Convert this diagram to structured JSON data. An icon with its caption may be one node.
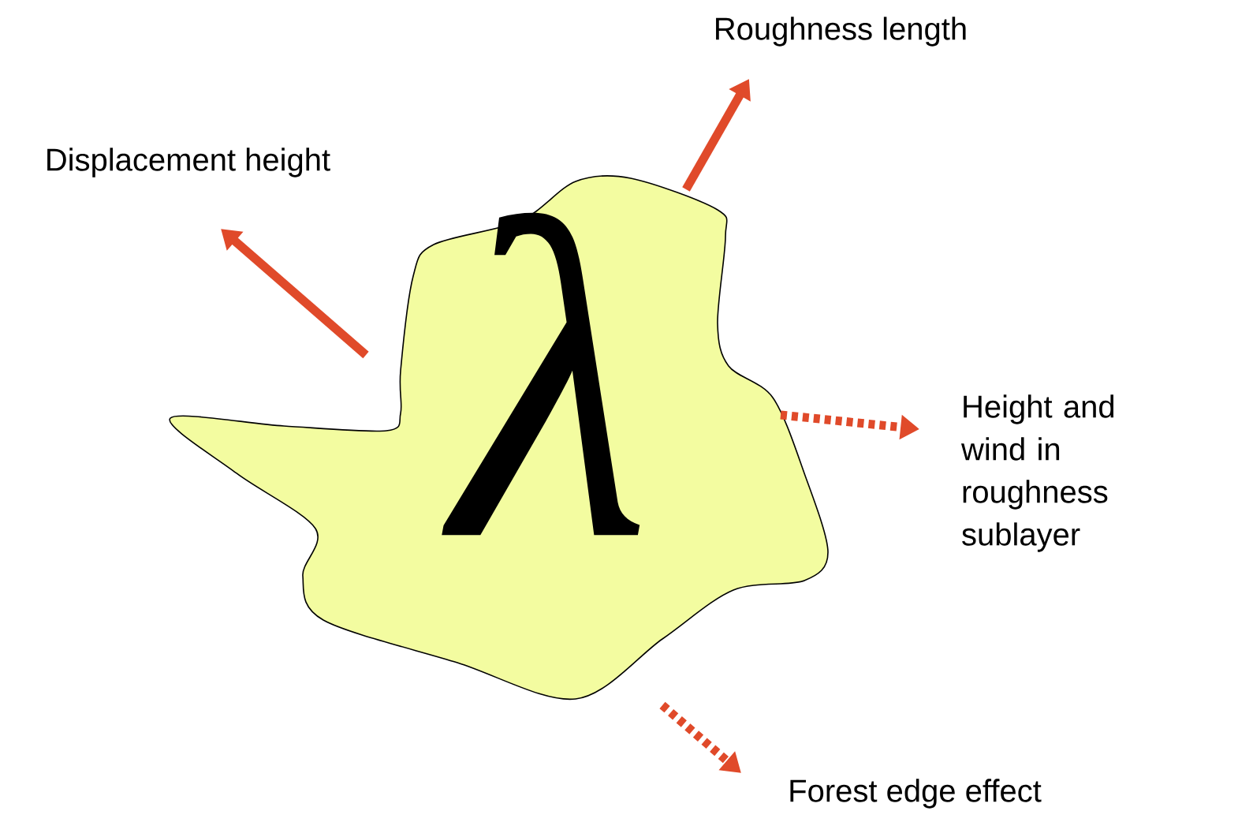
{
  "diagram": {
    "nodes": [
      {
        "text": [
          "λ"
        ]
      },
      {
        "text": [
          "Roughness length"
        ]
      },
      {
        "text": [
          "Displacement height"
        ]
      },
      {
        "text": [
          "Height and wind in roughness sublayer"
        ]
      },
      {
        "text": [
          "Forest edge effect"
        ]
      }
    ],
    "edges": [
      {
        "from": 0,
        "to": 1,
        "arrow": "to"
      },
      {
        "from": 0,
        "to": 2,
        "arrow": "to"
      },
      {
        "from": 0,
        "to": 3,
        "arrow": "to",
        "style": "dashed"
      },
      {
        "from": 0,
        "to": 4,
        "arrow": "to",
        "style": "dashed"
      }
    ]
  }
}
